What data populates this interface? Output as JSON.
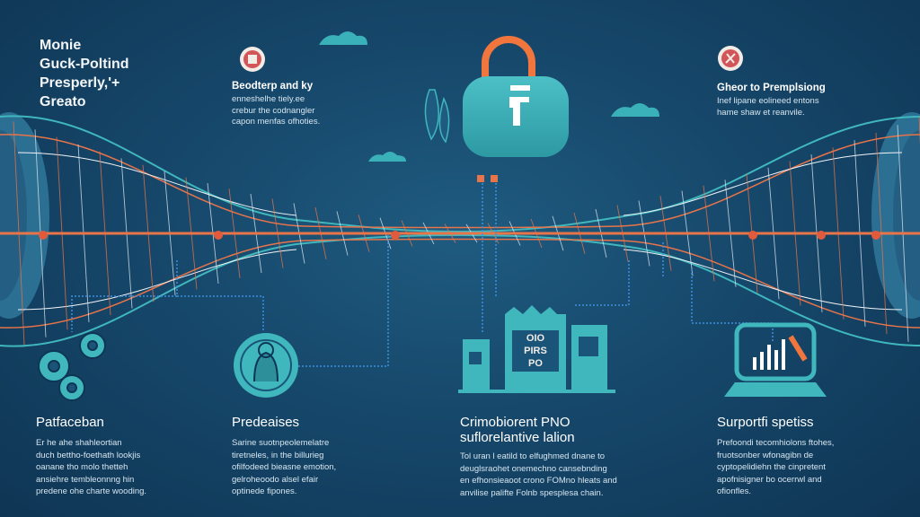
{
  "title": {
    "lines": [
      "Monie",
      "Guck-Poltind",
      "Presperly,'+",
      "Greato"
    ]
  },
  "top_blocks": [
    {
      "heading": "Beodterp and ky",
      "body": [
        "enneshelhe tiely.ee",
        "crebur the codnangler",
        "capon menfas ofhoties."
      ],
      "icon": "gear-icon"
    },
    {
      "heading": "Gheor to Premplsiong",
      "body": [
        "Inef lipane eolineed entons",
        "hame shaw et reanvile."
      ],
      "icon": "tools-icon"
    }
  ],
  "bottom_blocks": [
    {
      "heading": "Patfaceban",
      "body": [
        "Er he ahe shahleortian",
        "duch bettho-foethath lookjis",
        "oanane tho molo thetteh",
        "ansiehre tembleonnng hin",
        "predene ohe charte wooding."
      ],
      "icon": "gears-cluster-icon"
    },
    {
      "heading": "Predeaises",
      "body": [
        "Sarine suotnpeolemelatre",
        "tiretneles, in the billurieg",
        "ofilfodeed bieasne emotion,",
        "gelroheoodo alsel efair",
        "optinede fipones."
      ],
      "icon": "person-icon"
    },
    {
      "heading": "Crimobiorent PNO",
      "heading2": "suflorelantive lalion",
      "body": [
        "Tol uran l eatild to elfughmed dnane to",
        "deuglsraohet onemechno cansebnding",
        "en efhonsieaoot crono FOMno hleats and",
        "anvilise palifte Folnb spesplesa chain."
      ],
      "icon": "building-icon",
      "sign_lines": [
        "OIO",
        "PIRS",
        "PO"
      ]
    },
    {
      "heading": "Surportfi spetiss",
      "body": [
        "Prefoondi tecomhiolons ftohes,",
        "fruotsonber wfonagibn de",
        "cyptopelidiehn the cinpretent",
        "apofnisigner bo ocerrwl and",
        "ofionfles."
      ],
      "icon": "laptop-chart-icon"
    }
  ],
  "center_icon": "lock-icon",
  "colors": {
    "background": "#16486b",
    "teal": "#3ab0b8",
    "orange": "#f0763e",
    "line": "#e8744a",
    "accent_blue": "#3d8fe0"
  }
}
